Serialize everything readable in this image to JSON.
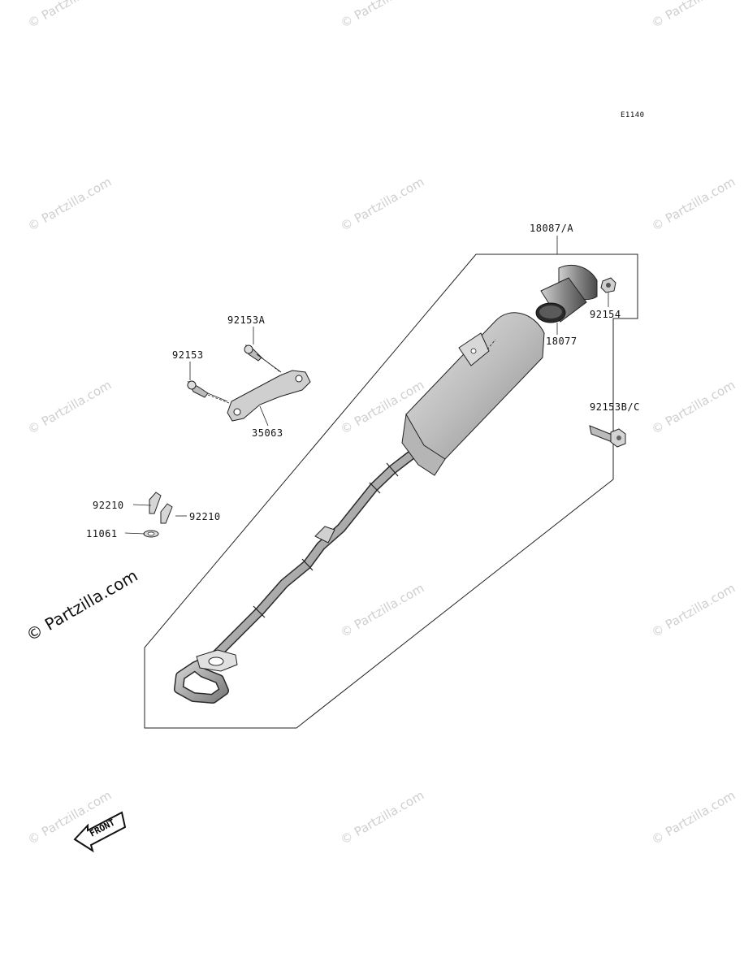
{
  "diagram_code": "E1140",
  "watermark_text": "© Partzilla.com",
  "front_label": "FRONT",
  "parts": {
    "muffler_assembly": "18087/A",
    "end_cap": "18077",
    "nut": "92154",
    "bolt_a": "92153A",
    "bolt": "92153",
    "bracket": "35063",
    "bolt_bc": "92153B/C",
    "clip_left": "92210",
    "clip_right": "92210",
    "gasket": "11061"
  }
}
